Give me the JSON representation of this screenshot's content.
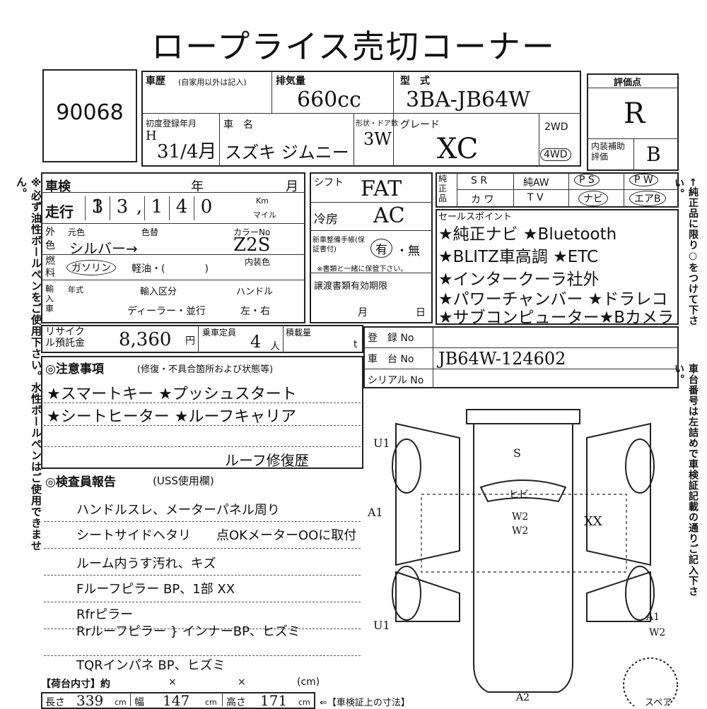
{
  "title": "ロープライス売切コーナー",
  "lot_number": "90068",
  "side_notes": {
    "left": "※必ず油性ボールペンをご使用下さい。水性ボールペンはご使用できません。",
    "right_top": "←純正品に限り○をつけて下さい。",
    "right_bottom": "車台番号は左詰めで車検証記載の通りご記入下さい。"
  },
  "header": {
    "history_label": "車歴",
    "history_note": "(自家用以外は記入)",
    "displacement_label": "排気量",
    "displacement_value": "660cc",
    "model_label": "型　式",
    "model_value": "3BA-JB64W",
    "score_label": "評価点",
    "score_value": "R",
    "first_reg_label": "初度登録年月",
    "first_reg_era": "H",
    "first_reg_value": "31/4月",
    "name_label": "車　名",
    "name_value": "スズキ ジムニー",
    "doors_label": "形状・ドア数",
    "doors_value": "3W",
    "grade_label": "グレード",
    "grade_value": "XC",
    "drive_2wd": "2WD",
    "drive_4wd": "4WD",
    "interior_label": "内装補助評価",
    "interior_value": "B"
  },
  "inspection": {
    "shaken_label": "車検",
    "year_label": "年",
    "month_label": "月",
    "mileage_label": "走行",
    "mileage_digits": [
      "1",
      "3",
      "3",
      ",",
      "1",
      "4",
      "0"
    ],
    "mileage_unit_km": "Km",
    "mileage_unit_mile": "マイル",
    "ext_label": "外色",
    "orig_color_label": "元色",
    "color_change_label": "色替",
    "color_value": "シルバー→",
    "color_code_label": "カラーNo",
    "color_code_value": "Z2S",
    "fuel_label": "燃料",
    "fuel_gas": "ガソリン",
    "fuel_other": "軽油・(　　　　)",
    "interior_color_label": "内装色",
    "import_label": "輸入車",
    "import_year_label": "年式",
    "import_type_label": "輸入区分",
    "import_type_value": "ディーラー・並行",
    "handle_label": "ハンドル",
    "handle_value": "左・右",
    "shift_label": "シフト",
    "shift_value": "FAT",
    "ac_label": "冷房",
    "ac_value": "AC",
    "manual_label": "新車整備手帳(保証書付)",
    "manual_yes": "有",
    "manual_no": "・無",
    "manual_note": "※書類と一緒に保管下さい。",
    "transfer_label": "譲渡書類有効期限",
    "transfer_month": "月",
    "transfer_day": "日"
  },
  "options": {
    "title_junsei": "純正品",
    "items": [
      "S R",
      "純AW",
      "P S",
      "P W",
      "カ ワ",
      "T V",
      "ナビ",
      "エアB"
    ],
    "circled": [
      "P S",
      "P W",
      "ナビ",
      "エアB"
    ]
  },
  "sales_points": {
    "label": "セールスポイント",
    "lines": [
      "★純正ナビ ★Bluetooth",
      "★BLITZ車高調 ★ETC",
      "★インタークーラ社外",
      "★パワーチャンバー ★ドラレコ",
      "★サブコンピューター★Bカメラ"
    ]
  },
  "recycle": {
    "label": "リサイクル預託金",
    "value": "8,360",
    "unit": "円",
    "capacity_label": "乗車定員",
    "capacity_value": "4",
    "capacity_unit": "人",
    "load_label": "積載量",
    "load_unit": "t"
  },
  "registration": {
    "reg_label": "登　録 No",
    "chassis_label": "車　台 No",
    "chassis_value": "JB64W-124602",
    "serial_label": "シリアル No"
  },
  "caution": {
    "title": "◎注意事項",
    "subtitle": "(修復・不具合箇所および状態等)",
    "lines": [
      "★スマートキー ★プッシュスタート",
      "★シートヒーター ★ルーフキャリア",
      "",
      "ルーフ修復歴"
    ]
  },
  "inspector": {
    "title": "◎検査員報告",
    "subtitle": "(USS使用欄)",
    "lines": [
      "ハンドルスレ、メーターパネル周り",
      "シートサイドヘタリ　　点OKメーターOOに取付",
      "ルーム内うす汚れ、キズ",
      "Fルーフピラー BP、1部 XX",
      "Rfrピラー",
      "Rrルーフピラー } インナーBP、ヒズミ",
      "TQRインパネ BP、ヒズミ"
    ]
  },
  "cargo": {
    "label": "【荷台内寸】約",
    "x1": "×",
    "x2": "×",
    "unit": "(cm)",
    "length_label": "長さ",
    "length_value": "339",
    "width_label": "幅",
    "width_value": "147",
    "height_label": "高さ",
    "height_value": "171",
    "unit_cm": "cm",
    "note": "⇐【車検証上の寸法】"
  },
  "diagram": {
    "marks": [
      "U1",
      "S",
      "A1",
      "ヒビ",
      "W2",
      "W2",
      "XX",
      "U1",
      "A1",
      "W2",
      "A2"
    ],
    "spare_label": "スペア"
  }
}
